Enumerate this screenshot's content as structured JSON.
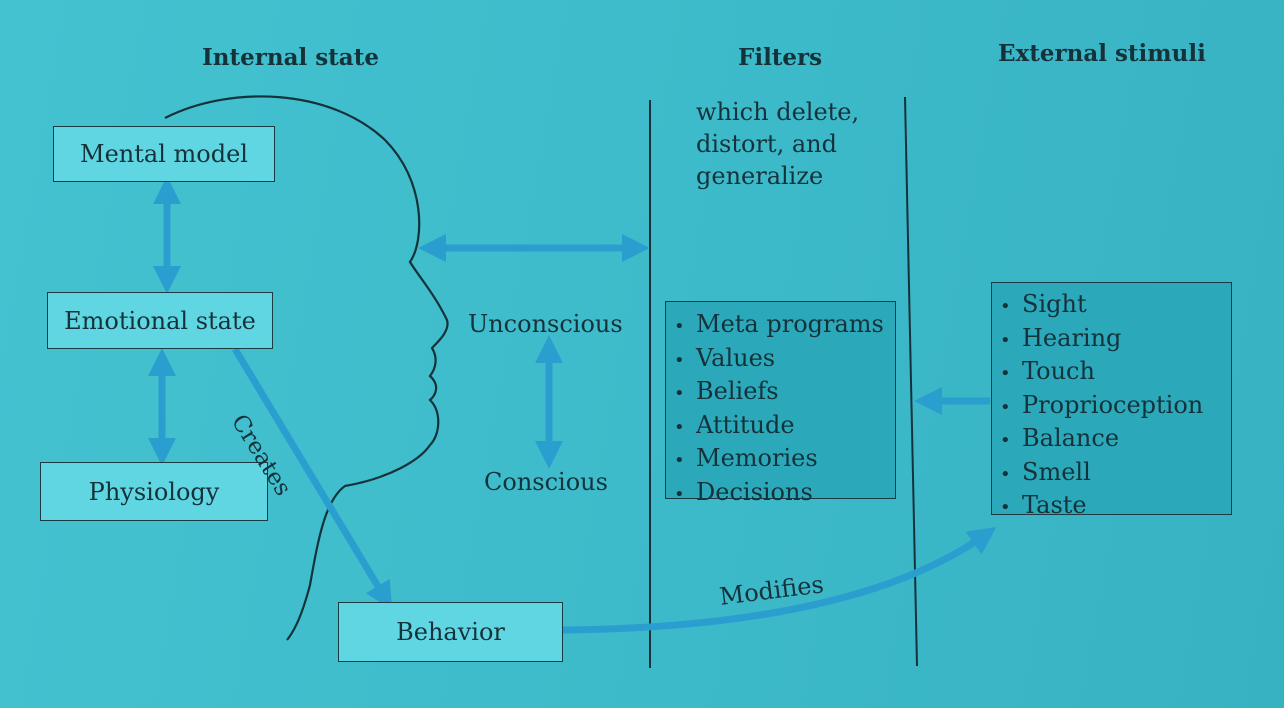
{
  "headers": {
    "internal": "Internal state",
    "filters": "Filters",
    "external": "External stimuli"
  },
  "internal_boxes": {
    "mental_model": "Mental model",
    "emotional_state": "Emotional state",
    "physiology": "Physiology"
  },
  "behavior": "Behavior",
  "arrow_labels": {
    "creates": "Creates",
    "modifies": "Modifies"
  },
  "awareness": {
    "unconscious": "Unconscious",
    "conscious": "Conscious"
  },
  "filters_note": [
    "which delete,",
    "distort, and",
    "generalize"
  ],
  "filters_list": [
    "Meta programs",
    "Values",
    "Beliefs",
    "Attitude",
    "Memories",
    "Decisions"
  ],
  "stimuli_list": [
    "Sight",
    "Hearing",
    "Touch",
    "Proprioception",
    "Balance",
    "Smell",
    "Taste"
  ],
  "bullet": "•",
  "colors": {
    "background": "#3fbfcd",
    "arrow": "#2a9fcf",
    "box_light": "#5fd6e2",
    "box_dark": "#2ba8ba",
    "ink": "#15323a"
  }
}
